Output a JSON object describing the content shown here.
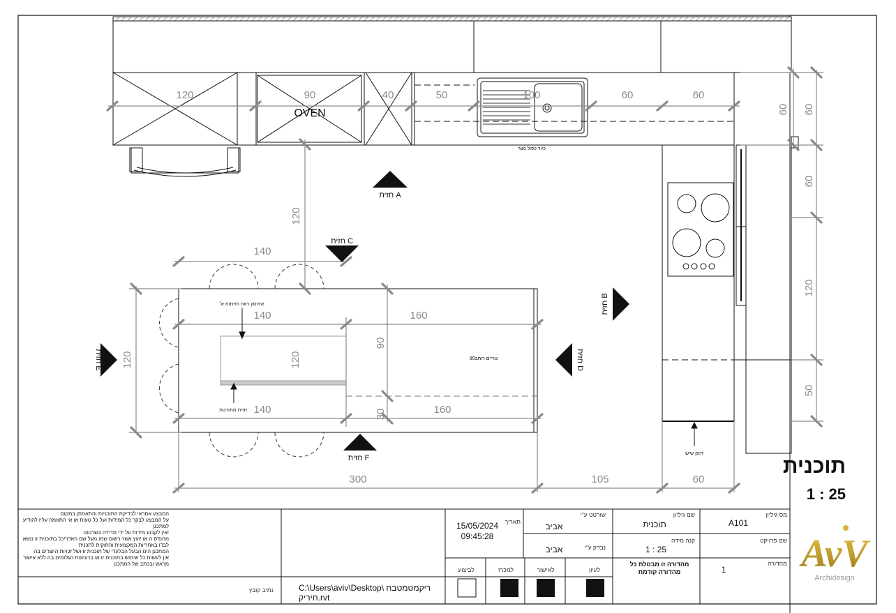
{
  "drawing": {
    "dims_counter_top": [
      "120",
      "90",
      "40",
      "50",
      "100",
      "60",
      "60"
    ],
    "oven_label": "OVEN",
    "sink_note": "כיור כפול נשר",
    "view_a": "חזית A",
    "view_b": "חזית B",
    "view_c": "חזית C",
    "view_d": "חזית D",
    "view_e": "חזית E",
    "view_f": "חזית F",
    "dim_120_vertical": "120",
    "dim_140_top": "140",
    "dim_140_mid": "140",
    "dim_160_mid": "160",
    "dim_140_bottom": "140",
    "dim_160_bottom": "160",
    "dim_90": "90",
    "dim_30": "30",
    "dim_120_inner": "120",
    "dim_120_island_left": "120",
    "island_note_storage": "איחסון ראה חזיתות א׳",
    "island_note_drawers": "חזית מתורטת",
    "island_note_trim": "טריים רוחב90",
    "dim_300": "300",
    "dim_105": "105",
    "dim_60_bottom": "60",
    "right_dims": [
      "60",
      "60",
      "60",
      "120",
      "50"
    ],
    "sheshon_note": "דופן שיש",
    "sheet_title": "תוכנית",
    "scale": "1 : 25"
  },
  "title_block": {
    "notes": [
      "המבצע אחראי לבדיקת התוכניות והתאמתן במקום",
      "על המבצע לבקר כל המידות ועל כל טעות או אי התאמה עליו להודיע",
      "למתכנן",
      "אין לקבוע מידות על ידי מדידה בשרטוט!",
      "מהנדס ה   או יועץ אשר רשום שמו מעל שם האדריכל בתוכנית זו נושא",
      "לבדו באחריות המקצועית והחוקית לתכנית",
      "המתכנן הינו הבעל הבלעדי של תוכנית זו ושל זכויות היוצרים בה",
      "אין לעשות כל שימוש בתוכנית זו או ברעיונות הגלומים בה ללא אישור",
      "מראש ובכתב של המתכנן"
    ],
    "date_label": "תאריך",
    "date": "15/05/2024",
    "time": "09:45:28",
    "drawn_by_label": "שורטט ע\"י",
    "drawn_by": "אביב",
    "checked_by_label": "נבדק ע\"י",
    "checked_by": "אביב",
    "sheet_name_label": "שם גיליון",
    "sheet_name": "תוכנית",
    "scale_label": "קנה מידה",
    "scale": "1 : 25",
    "sheet_no_label": "מס גיליון",
    "sheet_no": "A101",
    "project_label": "שם פרויקט",
    "revision_label": "מהדורה",
    "revision": "1",
    "revision_note_1": "מהדורה זו מבטלת כל",
    "revision_note_2": "מהדורה קודמת",
    "status_labels": [
      "לביצוע",
      "למכרז",
      "לאישור",
      "לעיון"
    ],
    "status_filled": [
      false,
      true,
      true,
      true
    ],
    "path_label": "נתיב קובץ",
    "path_line1": "C:\\Users\\aviv\\Desktop\\ ריקמטמטבח",
    "path_line2": "חיריק.rvt",
    "logo_text": "AvV",
    "logo_sub": "Archidesign"
  },
  "colors": {
    "line": "#111111",
    "dim": "#8a8a8a",
    "logo_gold": "#c9a227"
  }
}
